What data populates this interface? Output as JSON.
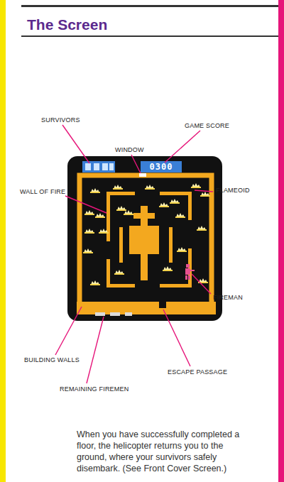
{
  "diagram": {
    "title": "The Screen",
    "caption": "When you have successfully completed a floor, the helicopter returns you to the ground, where your survivors safely disembark. (See Front Cover Screen.)",
    "labels": [
      "SURVIVORS",
      "GAME SCORE",
      "WINDOW",
      "FLAMEOID",
      "WALL OF FIRE",
      "FIREMAN",
      "BUILDING WALLS",
      "ESCAPE PASSAGE",
      "REMAINING FIREMEN",
      "0300"
    ]
  }
}
